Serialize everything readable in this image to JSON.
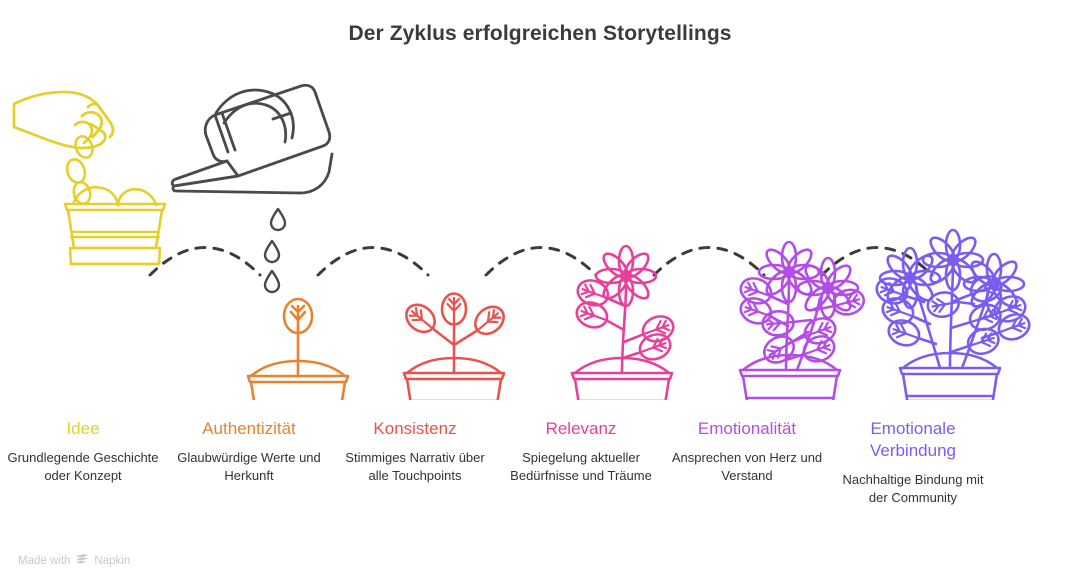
{
  "header": {
    "title": "Der Zyklus erfolgreichen Storytellings"
  },
  "watermark": {
    "prefix": "Made with",
    "brand": "Napkin",
    "logo_icon": "napkin-chevrons-icon"
  },
  "palette": {
    "stage_1": "#E5D029",
    "stage_2": "#E8822E",
    "stage_3": "#E8534B",
    "stage_4": "#E8409A",
    "stage_5": "#B44CE8",
    "stage_6": "#7B5CF0",
    "connector": "#3C3C3C",
    "watering_can": "#4A4A4A",
    "title_text": "#3B3B3B",
    "body_text": "#333333",
    "watermark_text": "#C9C9C9"
  },
  "stages": [
    {
      "id": "idee",
      "title": "Idee",
      "description": "Grundlegende Geschichte oder Konzept",
      "color": "#E5D029",
      "illustration": "hand-dropping-seed-into-pot"
    },
    {
      "id": "authentizitaet",
      "title": "Authentizität",
      "description": "Glaubwürdige Werte und Herkunft",
      "color": "#E8822E",
      "illustration": "watering-can-over-sprout-in-pot"
    },
    {
      "id": "konsistenz",
      "title": "Konsistenz",
      "description": "Stimmiges Narrativ über alle Touchpoints",
      "color": "#E8534B",
      "illustration": "seedling-three-leaves-in-pot"
    },
    {
      "id": "relevanz",
      "title": "Relevanz",
      "description": "Spiegelung aktueller Bedürfnisse und Träume",
      "color": "#E8409A",
      "illustration": "flowering-plant-one-bloom-in-pot"
    },
    {
      "id": "emotionalitaet",
      "title": "Emotionalität",
      "description": "Ansprechen von Herz und Verstand",
      "color": "#B44CE8",
      "illustration": "flowering-plant-two-blooms-in-pot"
    },
    {
      "id": "emotionale-verbindung",
      "title": "Emotionale Verbindung",
      "description": "Nachhaltige Bindung mit der Community",
      "color": "#7B5CF0",
      "illustration": "flowering-plant-three-blooms-in-pot"
    }
  ],
  "chart_data": {
    "type": "diagram",
    "title": "Der Zyklus erfolgreichen Storytellings",
    "layout": "horizontal growth sequence of six potted plants joined by dashed arcs",
    "categories": [
      "Idee",
      "Authentizität",
      "Konsistenz",
      "Relevanz",
      "Emotionalität",
      "Emotionale Verbindung"
    ],
    "growth_stage_values": [
      1,
      2,
      3,
      4,
      5,
      6
    ],
    "growth_stage_labels": [
      "seed",
      "sprout",
      "seedling",
      "one bloom",
      "two blooms",
      "three blooms"
    ],
    "connectors": 5,
    "connector_style": "dashed arc"
  }
}
